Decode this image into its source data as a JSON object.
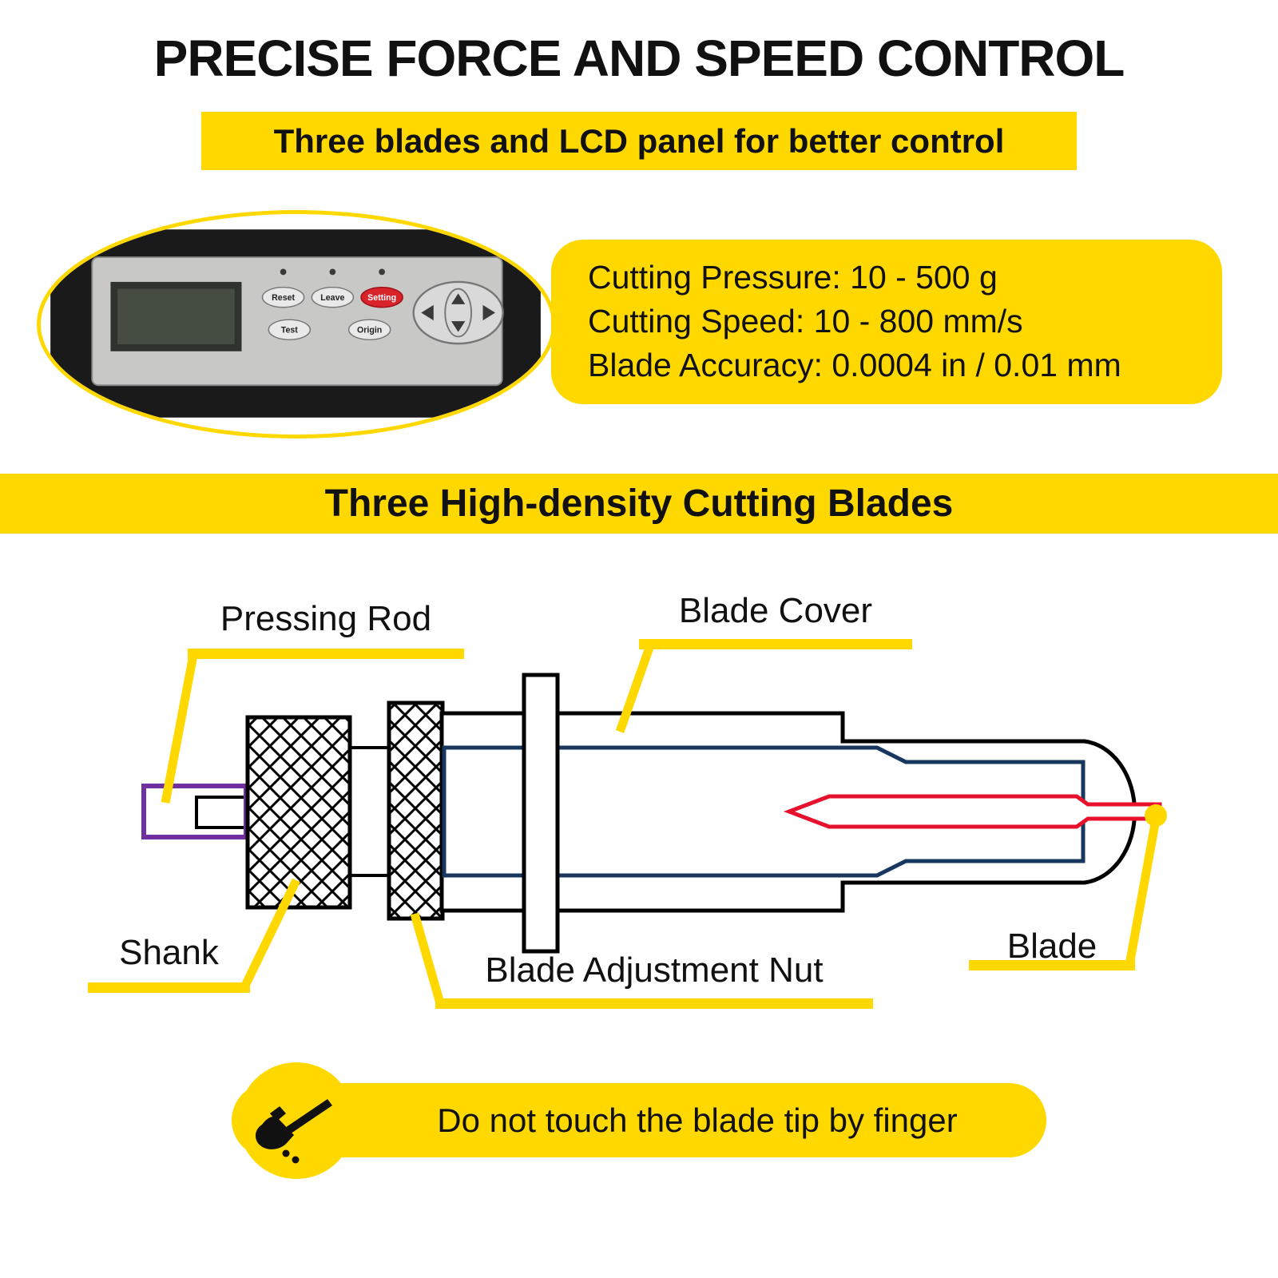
{
  "header": {
    "title": "PRECISE FORCE AND SPEED CONTROL",
    "subtitle": "Three blades and LCD panel for better control"
  },
  "panel": {
    "buttons": {
      "reset": "Reset",
      "leave": "Leave",
      "setting": "Setting",
      "test": "Test",
      "origin": "Origin"
    }
  },
  "specs": {
    "line1": "Cutting Pressure: 10 - 500 g",
    "line2": "Cutting Speed: 10 - 800 mm/s",
    "line3": "Blade Accuracy: 0.0004 in / 0.01 mm"
  },
  "section": {
    "banner": "Three High-density Cutting Blades"
  },
  "diagram": {
    "labels": {
      "pressing_rod": "Pressing Rod",
      "blade_cover": "Blade Cover",
      "shank": "Shank",
      "blade_adjustment_nut": "Blade Adjustment Nut",
      "blade": "Blade"
    }
  },
  "warning": {
    "text": "Do not touch the blade tip by finger"
  },
  "colors": {
    "accent_yellow": "#FFD800",
    "blade_red": "#E8112D",
    "inner_navy": "#17375E",
    "rod_purple": "#7030A0",
    "setting_button_red": "#D8232A"
  }
}
